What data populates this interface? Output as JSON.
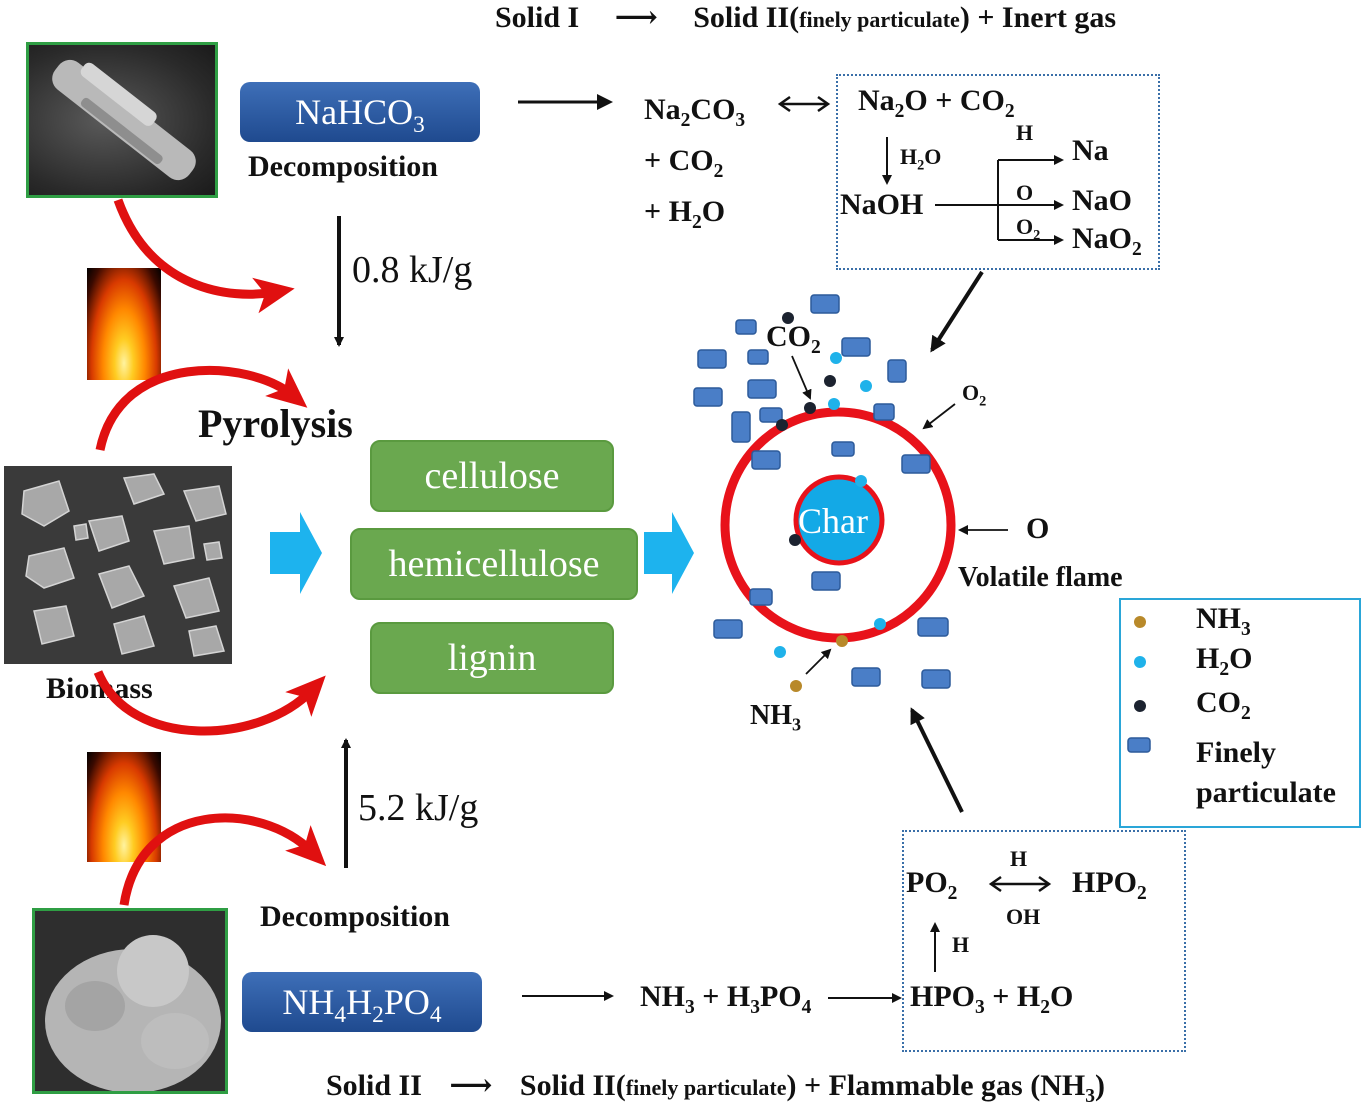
{
  "top_equation": {
    "lhs": "Solid I",
    "rhs_main": "Solid II(",
    "rhs_small": "finely particulate",
    "rhs_tail": ") + Inert gas"
  },
  "bottom_equation": {
    "lhs": "Solid II",
    "rhs_main": "Solid II(",
    "rhs_small": "finely particulate",
    "rhs_tail": ") + Flammable gas (NH",
    "rhs_sub": "3",
    "rhs_end": ")"
  },
  "nahco3": {
    "label_main": "NaHCO",
    "label_sub": "3",
    "caption": "Decomposition",
    "energy": "0.8 kJ/g"
  },
  "nh4h2po4": {
    "label_a": "NH",
    "label_a_sub": "4",
    "label_b": "H",
    "label_b_sub": "2",
    "label_c": "PO",
    "label_c_sub": "4",
    "caption": "Decomposition",
    "energy": "5.2 kJ/g"
  },
  "pyrolysis_label": "Pyrolysis",
  "biomass_label": "Biomass",
  "components": [
    "cellulose",
    "hemicellulose",
    "lignin"
  ],
  "na_products": [
    "Na",
    "CO",
    "+ CO",
    "+ H",
    "O"
  ],
  "na_box": {
    "na2o": "Na",
    "na2o_tail": "O + CO",
    "h2o_arrow": "H",
    "h2o_arrow_tail": "O",
    "naoh": "NaOH",
    "h_label": "H",
    "na": "Na",
    "o_label": "O",
    "nao": "NaO",
    "o2_label": "O",
    "nao2": "NaO"
  },
  "p_box": {
    "po2": "PO",
    "hpo2": "HPO",
    "h_top": "H",
    "oh": "OH",
    "h_up": "H",
    "hpo3": "HPO",
    "hpo3_tail": " + H",
    "hpo3_end": "O"
  },
  "p_chain": {
    "nh3": "NH",
    "plus": " + H",
    "h3po4_tail": "PO"
  },
  "flame": {
    "char": "Char",
    "co2": "CO",
    "o2": "O",
    "o": "O",
    "volatile": "Volatile flame",
    "nh3": "NH"
  },
  "legend": {
    "nh3": "NH",
    "h2o": "H",
    "h2o_tail": "O",
    "co2": "CO",
    "finely": "Finely",
    "particulate": "particulate"
  },
  "colors": {
    "flame_ring": "#e8121a",
    "char": "#13a9e6",
    "particle": "#4a7ec7",
    "nh3_dot": "#b8892a",
    "h2o_dot": "#1fb2ea",
    "co2_dot": "#1c2330",
    "blue_box": "#2a5599",
    "green_box": "#6aa84f",
    "arrow_red": "#e01010",
    "chevron": "#1db3ee"
  }
}
